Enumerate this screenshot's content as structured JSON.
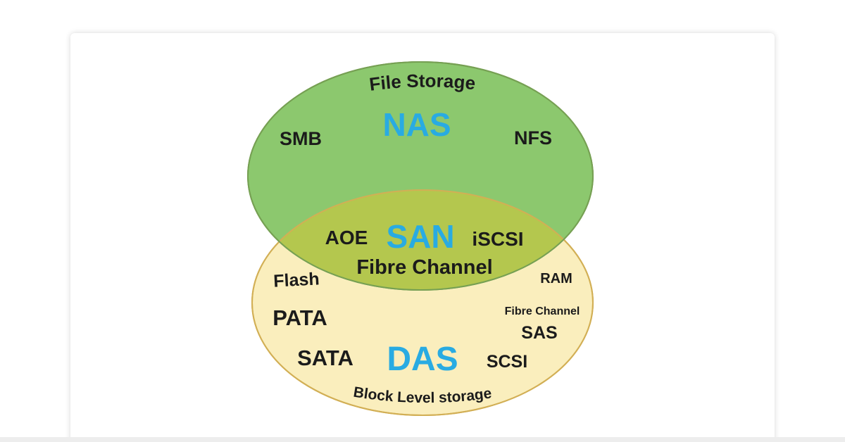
{
  "venn": {
    "nas_region": {
      "arc_label": "File Storage",
      "title": "NAS",
      "left_item": "SMB",
      "right_item": "NFS"
    },
    "san_region": {
      "title": "SAN",
      "left_item": "AOE",
      "right_item": "iSCSI",
      "bottom_item": "Fibre Channel"
    },
    "das_region": {
      "arc_label": "Block Level storage",
      "title": "DAS",
      "flash": "Flash",
      "ram": "RAM",
      "pata": "PATA",
      "fibre_channel": "Fibre Channel",
      "sas": "SAS",
      "sata": "SATA",
      "scsi": "SCSI"
    },
    "colors": {
      "nas_fill": "#8CC86E",
      "nas_stroke": "#76A053",
      "das_fill": "#FAEEBD",
      "das_stroke": "#D2AF55",
      "overlap_fill": "#B4C74E",
      "accent_text": "#29ABE2",
      "label_text": "#1B1B1B"
    }
  }
}
